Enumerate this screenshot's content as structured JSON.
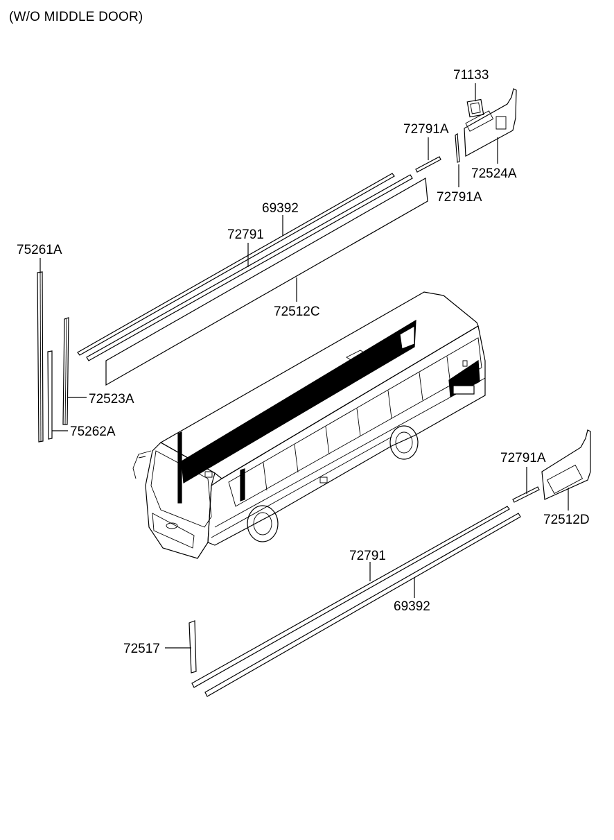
{
  "header": "(W/O MIDDLE DOOR)",
  "parts": {
    "p71133": "71133",
    "p72791A_top": "72791A",
    "p72524A": "72524A",
    "p72791A_mid": "72791A",
    "p69392_top": "69392",
    "p72791_top": "72791",
    "p72512C": "72512C",
    "p75261A": "75261A",
    "p72523A": "72523A",
    "p75262A": "75262A",
    "p72791A_low": "72791A",
    "p72512D": "72512D",
    "p72791_low": "72791",
    "p69392_low": "69392",
    "p72517": "72517"
  }
}
